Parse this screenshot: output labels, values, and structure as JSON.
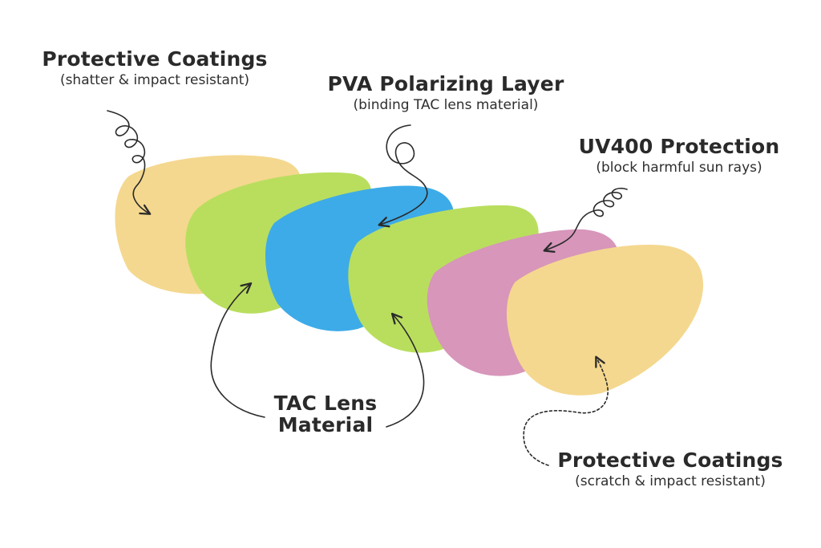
{
  "labels": {
    "top_coatings": {
      "title": "Protective Coatings",
      "subtitle": "(shatter & impact resistant)"
    },
    "pva": {
      "title": "PVA Polarizing Layer",
      "subtitle": "(binding TAC lens material)"
    },
    "uv": {
      "title": "UV400 Protection",
      "subtitle": "(block harmful sun rays)"
    },
    "tac": {
      "title_line1": "TAC Lens",
      "title_line2": "Material"
    },
    "bottom_coatings": {
      "title": "Protective Coatings",
      "subtitle": "(scratch & impact resistant)"
    }
  },
  "layers": [
    {
      "name": "protective-coating-outer",
      "color": "#F4D88F"
    },
    {
      "name": "tac-lens-material-1",
      "color": "#B9DE5E"
    },
    {
      "name": "pva-polarizing-layer",
      "color": "#3DABE8"
    },
    {
      "name": "tac-lens-material-2",
      "color": "#B9DE5E"
    },
    {
      "name": "uv400-protection",
      "color": "#D796BA"
    },
    {
      "name": "protective-coating-inner",
      "color": "#F4D88F"
    }
  ]
}
